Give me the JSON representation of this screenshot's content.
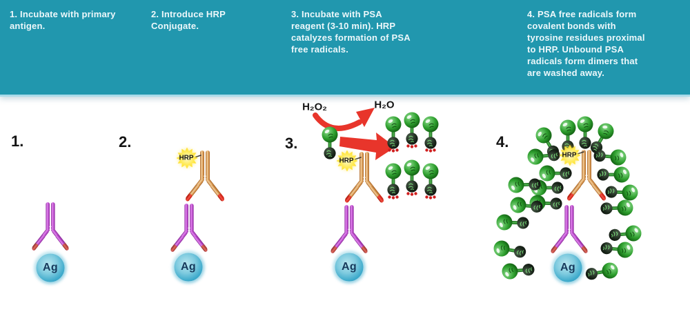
{
  "header": {
    "bg_color": "#2197ae",
    "text_color": "#edf8fb",
    "steps": [
      {
        "text": "1. Incubate with primary antigen."
      },
      {
        "text": "2. Introduce HRP Conjugate."
      },
      {
        "text": "3. Incubate with PSA reagent (3-10 min). HRP catalyzes formation of PSA free radicals."
      },
      {
        "text": "4. PSA free radicals form covalent bonds with tyrosine residues proximal to HRP. Unbound PSA radicals form dimers that are washed away."
      }
    ]
  },
  "diagram": {
    "step_numbers": [
      "1.",
      "2.",
      "3.",
      "4."
    ],
    "labels": {
      "antigen": "Ag",
      "hrp": "HRP",
      "peroxide": "H₂O₂",
      "water": "H₂O"
    },
    "colors": {
      "primary_antibody_purple": "#c557d4",
      "secondary_antibody_tan": "#e0a45f",
      "antibody_tip_red": "#d84438",
      "psa_green": "#2fa02f",
      "radical_dot_red": "#cf1f1f",
      "arrow_red": "#e8352b",
      "antigen_blue": "#55b5d2",
      "hrp_yellow": "#ffe23a"
    },
    "counts": {
      "step3_free_radicals": 6,
      "step4_surrounding_psa_molecules": 20
    }
  }
}
